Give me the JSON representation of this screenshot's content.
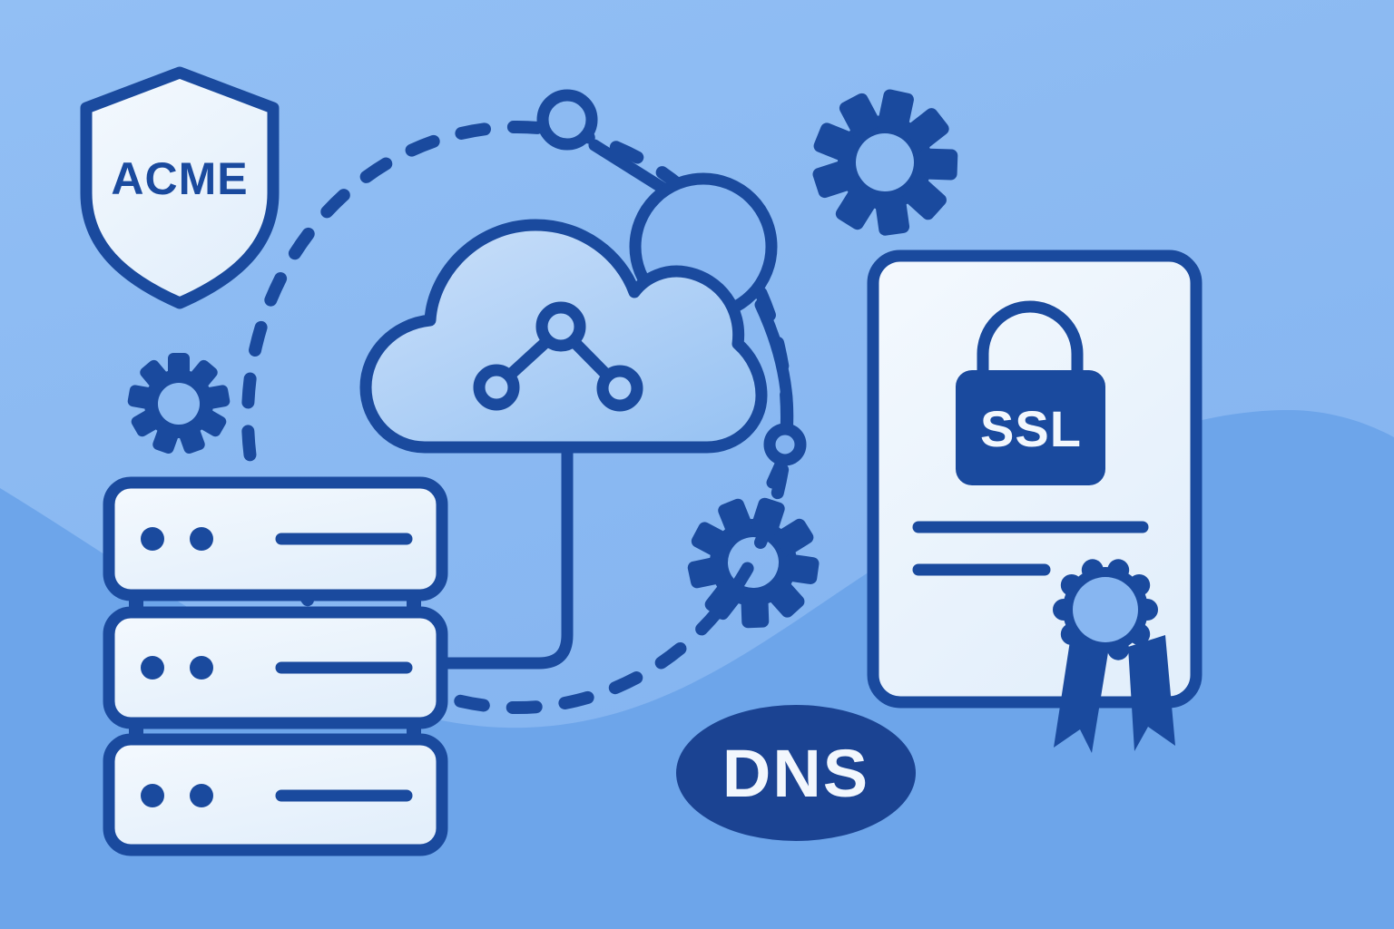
{
  "illustration": {
    "shield_label": "ACME",
    "lock_label": "SSL",
    "dns_label": "DNS",
    "colors": {
      "ink_outline": "#1A4A9E",
      "ink_dark": "#1B4392",
      "background_top": "#92BFF4",
      "background_bottom": "#83B3F0",
      "wave": "#6DA5EA",
      "cloud_light": "#CBE0FA",
      "cloud_dark": "#9AC4F3",
      "panel_light": "#F4F9FE",
      "panel": "#E9F2FC",
      "accent_circle_fill": "#88B7F2",
      "label_light": "#F2F7FD"
    }
  }
}
